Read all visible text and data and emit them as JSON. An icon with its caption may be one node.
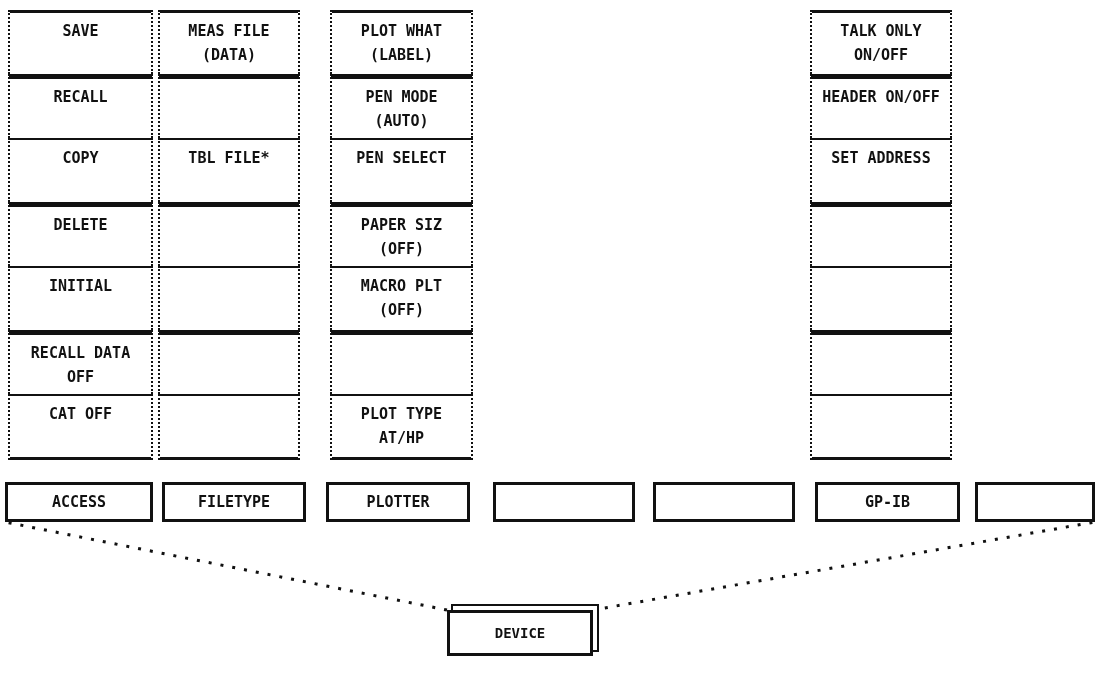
{
  "diagram": {
    "nodes": [
      {
        "text": [
          "SAVE"
        ]
      },
      {
        "text": [
          "RECALL"
        ]
      },
      {
        "text": [
          "COPY"
        ]
      },
      {
        "text": [
          "DELETE"
        ]
      },
      {
        "text": [
          "INITIAL"
        ]
      },
      {
        "text": [
          "RECALL DATA OFF"
        ]
      },
      {
        "text": [
          "CAT OFF"
        ]
      },
      {
        "text": [
          "MEAS FILE (DATA)"
        ]
      },
      {
        "text": [],
        "shape": "box"
      },
      {
        "text": [
          "TBL FILE*"
        ]
      },
      {
        "text": [],
        "shape": "box"
      },
      {
        "text": [],
        "shape": "box"
      },
      {
        "text": [],
        "shape": "box"
      },
      {
        "text": [],
        "shape": "box"
      },
      {
        "text": [
          "PLOT WHAT (LABEL)"
        ]
      },
      {
        "text": [
          "PEN MODE (AUTO)"
        ]
      },
      {
        "text": [
          "PEN SELECT"
        ]
      },
      {
        "text": [
          "PAPER SIZ (OFF)"
        ]
      },
      {
        "text": [
          "MACRO PLT (OFF)"
        ]
      },
      {
        "text": [],
        "shape": "box"
      },
      {
        "text": [
          "PLOT TYPE AT/HP"
        ]
      },
      {
        "text": [
          "TALK ONLY ON/OFF"
        ]
      },
      {
        "text": [
          "HEADER ON/OFF"
        ]
      },
      {
        "text": [
          "SET ADDRESS"
        ]
      },
      {
        "text": [],
        "shape": "box"
      },
      {
        "text": [],
        "shape": "box"
      },
      {
        "text": [],
        "shape": "box"
      },
      {
        "text": [],
        "shape": "box"
      },
      {
        "text": [
          "ACCESS"
        ]
      },
      {
        "text": [
          "FILETYPE"
        ]
      },
      {
        "text": [
          "PLOTTER"
        ]
      },
      {
        "text": [],
        "shape": "box"
      },
      {
        "text": [],
        "shape": "box"
      },
      {
        "text": [
          "GP-IB"
        ]
      },
      {
        "text": [],
        "shape": "box"
      },
      {
        "text": [
          "DEVICE"
        ]
      }
    ],
    "edges": [
      {
        "from": 35,
        "to": 28,
        "arrow": "none",
        "style": "dashed"
      },
      {
        "from": 35,
        "to": 34,
        "arrow": "none",
        "style": "dashed"
      }
    ]
  }
}
